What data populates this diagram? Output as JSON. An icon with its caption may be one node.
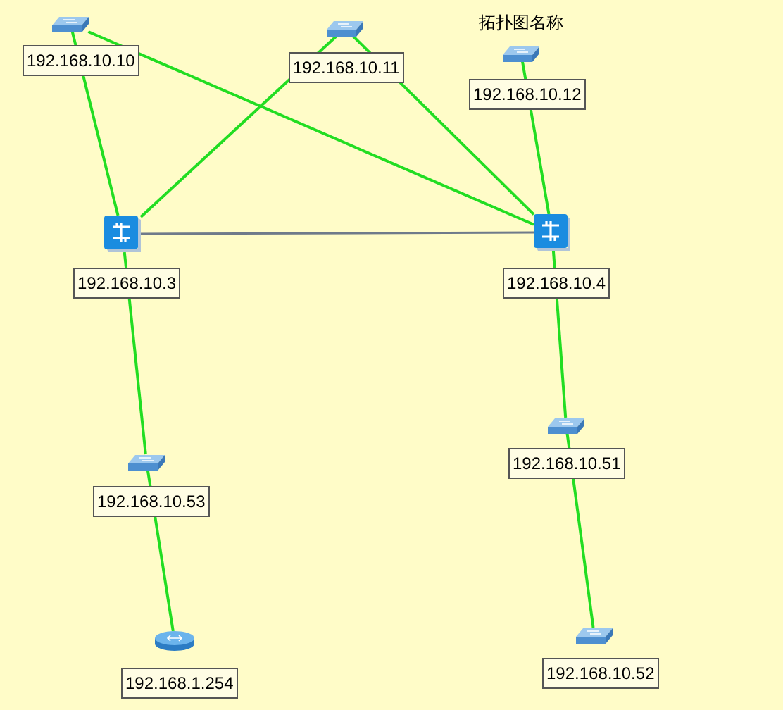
{
  "diagram": {
    "title": "拓扑图名称",
    "nodes": [
      {
        "text": [],
        "shape": "switch",
        "beside": [
          "192.168.10.10"
        ]
      },
      {
        "text": [],
        "shape": "switch",
        "beside": [
          "192.168.10.11"
        ]
      },
      {
        "text": [],
        "shape": "switch",
        "beside": [
          "192.168.10.12"
        ]
      },
      {
        "text": [],
        "shape": "box",
        "beside": [
          "192.168.10.3"
        ]
      },
      {
        "text": [],
        "shape": "box",
        "beside": [
          "192.168.10.4"
        ]
      },
      {
        "text": [],
        "shape": "switch",
        "beside": [
          "192.168.10.51"
        ]
      },
      {
        "text": [],
        "shape": "switch",
        "beside": [
          "192.168.10.53"
        ]
      },
      {
        "text": [],
        "shape": "switch",
        "beside": [
          "192.168.10.52"
        ]
      },
      {
        "text": [],
        "shape": "router",
        "beside": [
          "192.168.1.254"
        ]
      }
    ],
    "edges": [
      {
        "from": 0,
        "to": 3,
        "arrow": "none"
      },
      {
        "from": 0,
        "to": 4,
        "arrow": "none"
      },
      {
        "from": 1,
        "to": 3,
        "arrow": "none"
      },
      {
        "from": 1,
        "to": 4,
        "arrow": "none"
      },
      {
        "from": 2,
        "to": 4,
        "arrow": "none"
      },
      {
        "from": 3,
        "to": 4,
        "arrow": "none",
        "color": "#6f7a8a"
      },
      {
        "from": 3,
        "to": 6,
        "arrow": "none"
      },
      {
        "from": 6,
        "to": 8,
        "arrow": "none"
      },
      {
        "from": 4,
        "to": 5,
        "arrow": "none"
      },
      {
        "from": 5,
        "to": 7,
        "arrow": "none"
      }
    ]
  }
}
